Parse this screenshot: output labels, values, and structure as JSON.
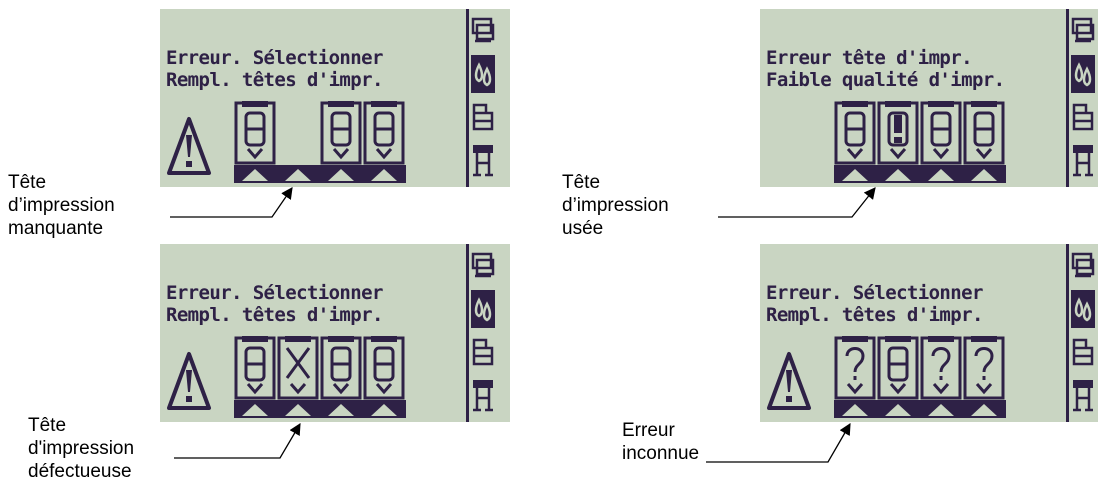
{
  "panels": [
    {
      "id": "top-left",
      "line1": "Erreur. Sélectionner",
      "line2": "Rempl. têtes d'impr.",
      "warning": true,
      "cartridges": [
        "ok",
        "missing",
        "ok",
        "ok"
      ],
      "callout": [
        "Tête",
        "d’impression",
        "manquante"
      ]
    },
    {
      "id": "top-right",
      "line1": "Erreur tête d'impr.",
      "line2": "Faible qualité d'impr.",
      "warning": false,
      "cartridges": [
        "ok",
        "worn",
        "ok",
        "ok"
      ],
      "callout": [
        "Tête",
        "d’impression",
        "usée"
      ]
    },
    {
      "id": "bottom-left",
      "line1": "Erreur. Sélectionner",
      "line2": "Rempl. têtes d'impr.",
      "warning": true,
      "cartridges": [
        "ok",
        "defective",
        "ok",
        "ok"
      ],
      "callout": [
        "Tête",
        "d'impression",
        "défectueuse"
      ]
    },
    {
      "id": "bottom-right",
      "line1": "Erreur. Sélectionner",
      "line2": "Rempl. têtes d'impr.",
      "warning": true,
      "cartridges": [
        "unknown",
        "ok",
        "unknown",
        "unknown"
      ],
      "callout": [
        "Erreur",
        "inconnue"
      ]
    }
  ],
  "sidebar_icons": [
    "media-icon",
    "ink-drops-icon",
    "page-setup-icon",
    "printer-stand-icon"
  ],
  "colors": {
    "lcd_bg": "#c9d5c2",
    "lcd_ink": "#2e2146"
  }
}
